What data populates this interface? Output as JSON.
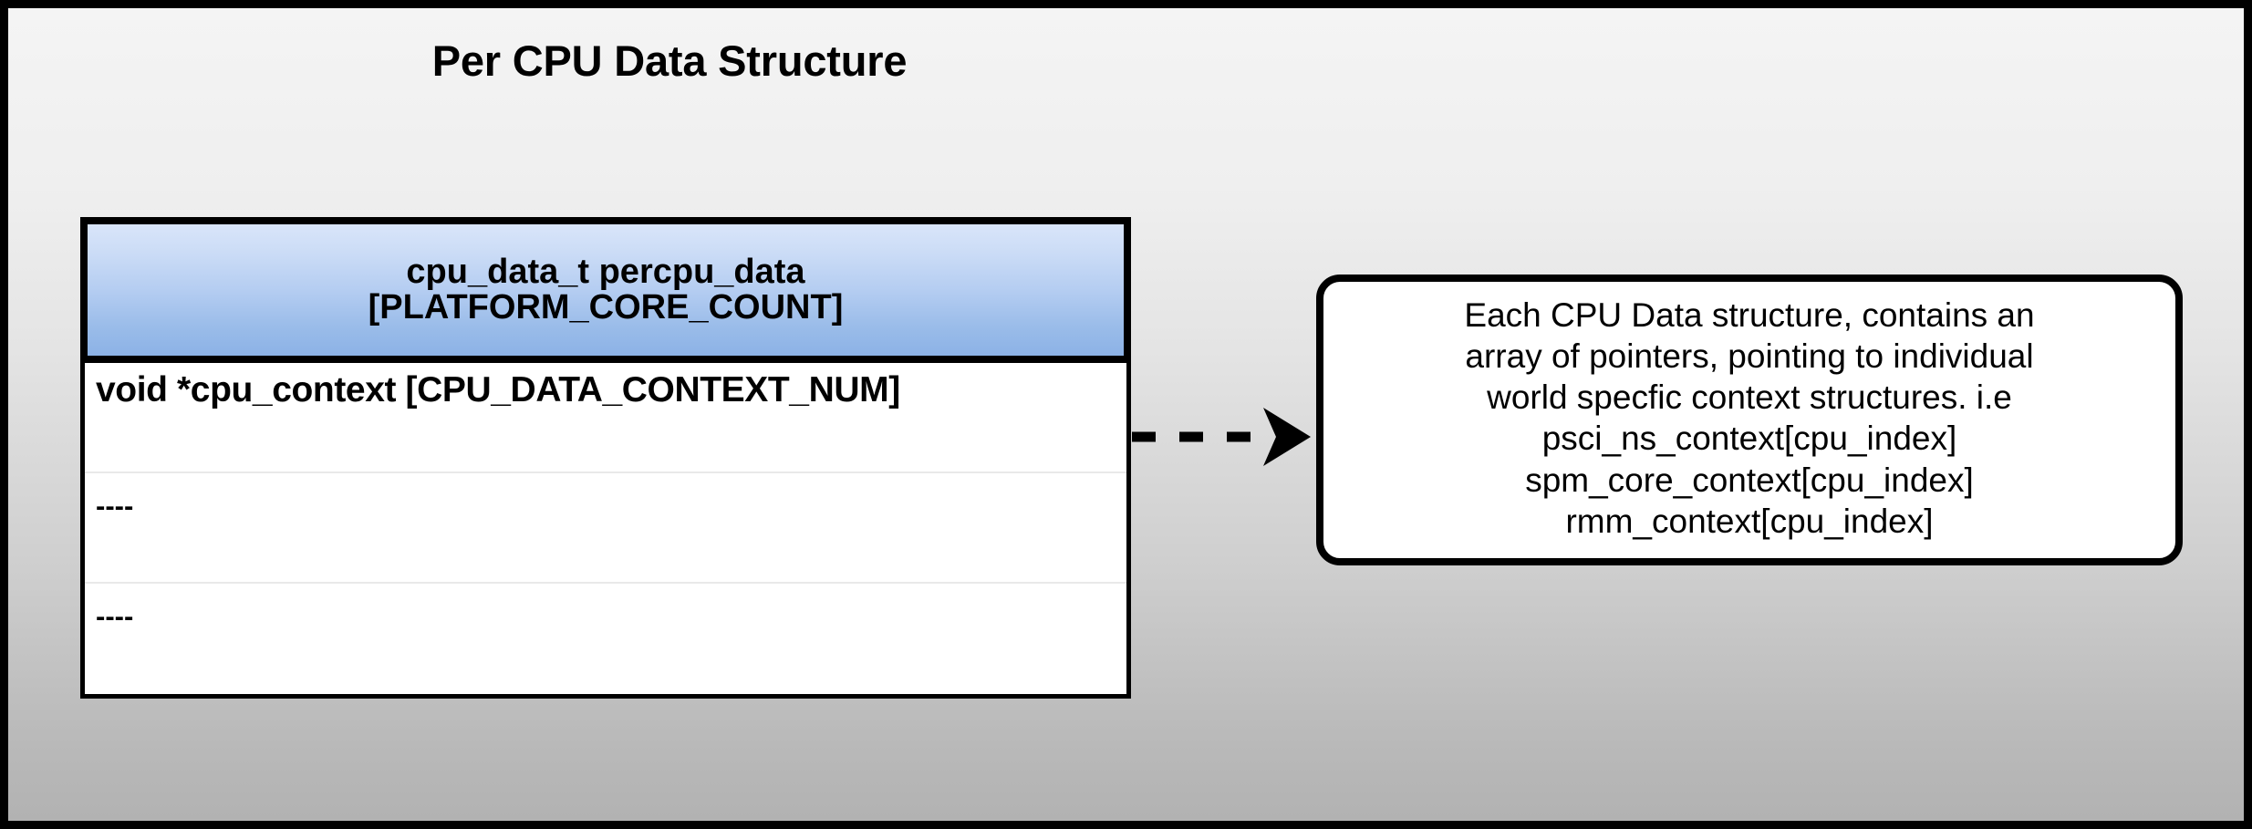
{
  "title": "Per CPU Data Structure",
  "struct_table": {
    "header_lines": [
      "cpu_data_t percpu_data",
      "[PLATFORM_CORE_COUNT]"
    ],
    "rows": [
      {
        "text": "void *cpu_context [CPU_DATA_CONTEXT_NUM]",
        "style": "field"
      },
      {
        "text": "----",
        "style": "dashes"
      },
      {
        "text": "----",
        "style": "dashes"
      }
    ]
  },
  "connector": {
    "icon": "dashed-arrow-right-icon",
    "style": "dashed",
    "direction": "right"
  },
  "callout": {
    "lines": [
      "Each CPU Data structure, contains an",
      "array of pointers, pointing to individual",
      "world specfic context structures. i.e",
      "psci_ns_context[cpu_index]",
      "spm_core_context[cpu_index]",
      "rmm_context[cpu_index]"
    ]
  },
  "colors": {
    "header_gradient_top": "#d9e5fa",
    "header_gradient_bottom": "#8cb2e6",
    "background_top": "#f4f4f4",
    "background_bottom": "#b2b2b2",
    "outline": "#000000",
    "row_divider": "#e9e9e9",
    "body_fill": "#ffffff"
  }
}
